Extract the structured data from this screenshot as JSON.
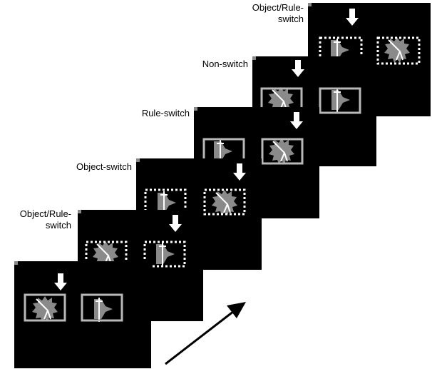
{
  "labels": {
    "trial_1": "Object/Rule-\nswitch",
    "trial_2": "Non-switch",
    "trial_3": "Rule-switch",
    "trial_4": "Object-switch",
    "trial_5": "Object/Rule-\nswitch"
  },
  "colors": {
    "screen": "#000000",
    "frame_solid": "#b8b8b8",
    "frame_dotted": "#ffffff",
    "arrow": "#ffffff",
    "object": "#8a8a8a",
    "line": "#ffffff",
    "time_arrow": "#000000"
  },
  "icons": {
    "cue": "down-arrow-icon",
    "star_object": "jagged-star-icon",
    "shape_object": "triangle-shape-icon",
    "time": "diagonal-arrow-icon"
  }
}
